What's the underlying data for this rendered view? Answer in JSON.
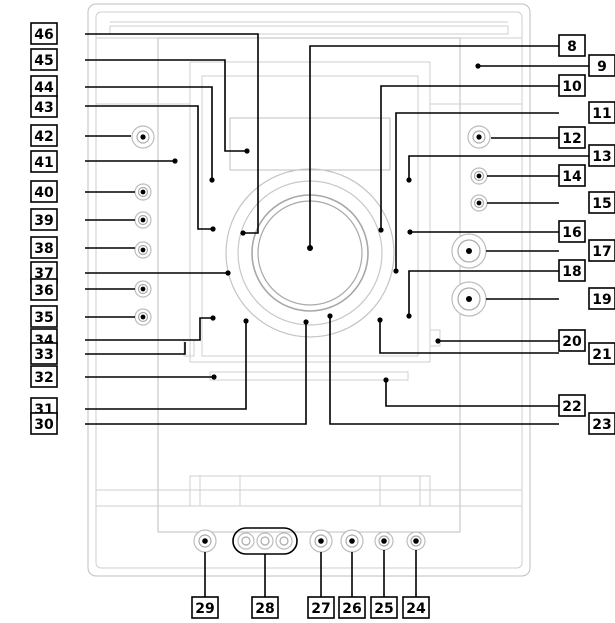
{
  "callouts": {
    "c8": "8",
    "c9": "9",
    "c10": "10",
    "c11": "11",
    "c12": "12",
    "c13": "13",
    "c14": "14",
    "c15": "15",
    "c16": "16",
    "c17": "17",
    "c18": "18",
    "c19": "19",
    "c20": "20",
    "c21": "21",
    "c22": "22",
    "c23": "23",
    "c24": "24",
    "c25": "25",
    "c26": "26",
    "c27": "27",
    "c28": "28",
    "c29": "29",
    "c30": "30",
    "c31": "31",
    "c32": "32",
    "c33": "33",
    "c34": "34",
    "c35": "35",
    "c36": "36",
    "c37": "37",
    "c38": "38",
    "c39": "39",
    "c40": "40",
    "c41": "41",
    "c42": "42",
    "c43": "43",
    "c44": "44",
    "c45": "45",
    "c46": "46"
  }
}
